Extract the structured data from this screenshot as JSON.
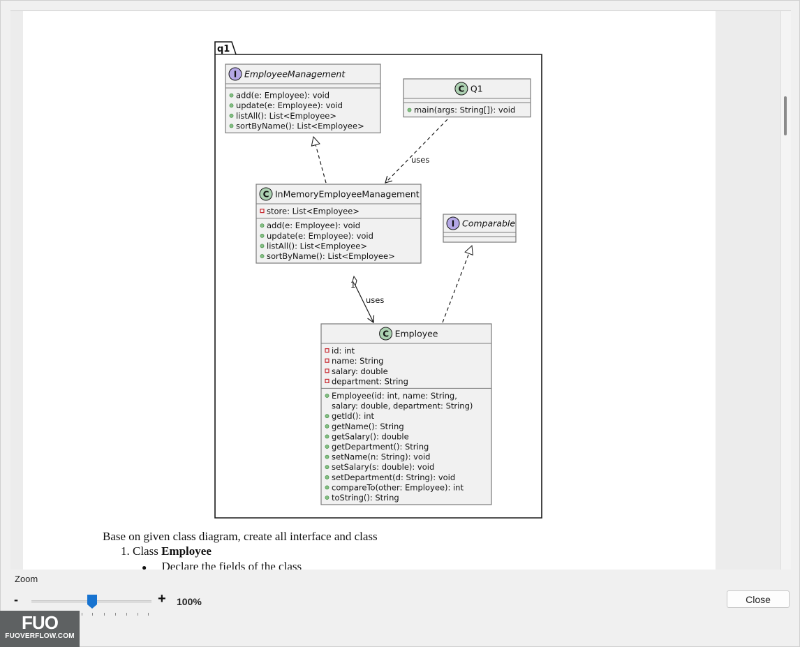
{
  "diagram": {
    "package_label": "q1",
    "classes": {
      "employee_management": {
        "stereotype": "I",
        "name": "EmployeeManagement",
        "fields": [],
        "methods": [
          "add(e: Employee): void",
          "update(e: Employee): void",
          "listAll(): List<Employee>",
          "sortByName(): List<Employee>"
        ]
      },
      "q1": {
        "stereotype": "C",
        "name": "Q1",
        "fields": [],
        "methods": [
          "main(args: String[]): void"
        ]
      },
      "in_memory": {
        "stereotype": "C",
        "name": "InMemoryEmployeeManagement",
        "fields": [
          "store: List<Employee>"
        ],
        "methods": [
          "add(e: Employee): void",
          "update(e: Employee): void",
          "listAll(): List<Employee>",
          "sortByName(): List<Employee>"
        ]
      },
      "comparable": {
        "stereotype": "I",
        "name": "Comparable",
        "fields": [],
        "methods": []
      },
      "employee": {
        "stereotype": "C",
        "name": "Employee",
        "fields": [
          "id: int",
          "name: String",
          "salary: double",
          "department: String"
        ],
        "methods": [
          "Employee(id: int, name: String,",
          "salary: double, department: String)",
          "getId(): int",
          "getName(): String",
          "getSalary(): double",
          "getDepartment(): String",
          "setName(n: String): void",
          "setSalary(s: double): void",
          "setDepartment(d: String): void",
          "compareTo(other: Employee): int",
          "toString(): String"
        ]
      }
    },
    "relations": {
      "q1_uses_label": "uses",
      "store_uses_label": "uses",
      "multiplicity": "1"
    },
    "colors": {
      "class_spot": "#add1b2",
      "interface_spot": "#b4a7e5",
      "box_fill": "#f1f1f1",
      "box_border": "#181818",
      "private_marker": "#c82930",
      "public_marker": "#84be84"
    }
  },
  "document": {
    "paragraph": "Base on given class diagram, create all interface and class",
    "item1_prefix": "1. Class ",
    "item1_bold": "Employee",
    "bullet_symbol": "●",
    "bullet_text": "Declare the fields of the class"
  },
  "zoom": {
    "label": "Zoom",
    "minus": "-",
    "plus": "+",
    "value_text": "100%",
    "level_fraction": 0.5
  },
  "close_button_label": "Close",
  "logo": {
    "mark": "FUO",
    "text": "FUOVERFLOW.COM"
  }
}
